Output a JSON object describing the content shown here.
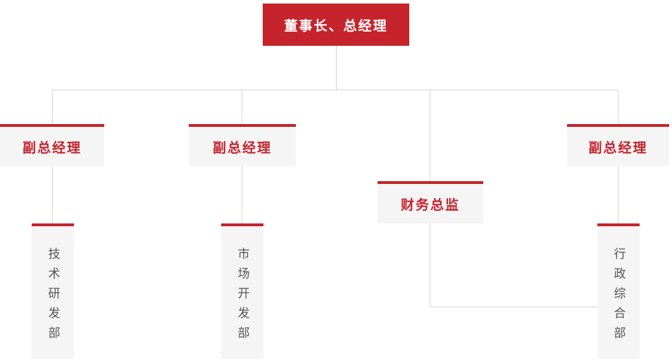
{
  "colors": {
    "primary-red": "#c5242d",
    "node-bg": "#f5f5f6",
    "line": "#d5d5d5",
    "dept-text": "#555555",
    "root-text": "#ffffff",
    "page-bg": "#ffffff"
  },
  "org_chart": {
    "root": {
      "label": "董事长、总经理"
    },
    "level2": [
      {
        "label": "副总经理"
      },
      {
        "label": "副总经理"
      },
      {
        "label": "财务总监"
      },
      {
        "label": "副总经理"
      }
    ],
    "departments": [
      {
        "label": "技术研发部"
      },
      {
        "label": "市场开发部"
      },
      {
        "label": "行政综合部"
      }
    ]
  }
}
